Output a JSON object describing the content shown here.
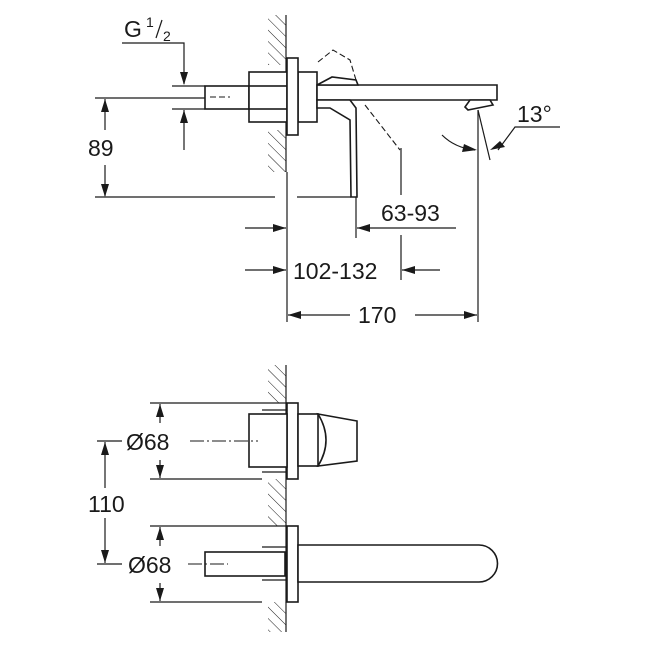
{
  "side_view": {
    "thread_label": {
      "letter": "G",
      "num": "1",
      "den": "2"
    },
    "height_dim": "89",
    "lever_dim": "63-93",
    "projection_dim": "102-132",
    "spout_dim": "170",
    "angle_dim": "13°"
  },
  "front_view": {
    "upper_diameter": "Ø68",
    "spacing_dim": "110",
    "lower_diameter": "Ø68"
  }
}
